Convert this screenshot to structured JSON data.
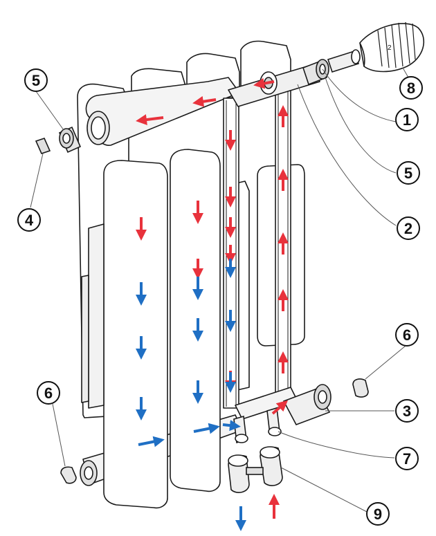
{
  "diagram": {
    "colors": {
      "hot_flow": "#e8323c",
      "cold_flow": "#1f6fc4",
      "outline": "#1a1a1a",
      "body": "#ffffff",
      "shade": "#dcdcdc"
    },
    "callouts": [
      {
        "id": "c5a",
        "label": "5"
      },
      {
        "id": "c4",
        "label": "4"
      },
      {
        "id": "c6a",
        "label": "6"
      },
      {
        "id": "c8",
        "label": "8"
      },
      {
        "id": "c1",
        "label": "1"
      },
      {
        "id": "c5b",
        "label": "5"
      },
      {
        "id": "c2",
        "label": "2"
      },
      {
        "id": "c6b",
        "label": "6"
      },
      {
        "id": "c3",
        "label": "3"
      },
      {
        "id": "c7",
        "label": "7"
      },
      {
        "id": "c9",
        "label": "9"
      }
    ],
    "thermostat_scale_mark": "2"
  }
}
